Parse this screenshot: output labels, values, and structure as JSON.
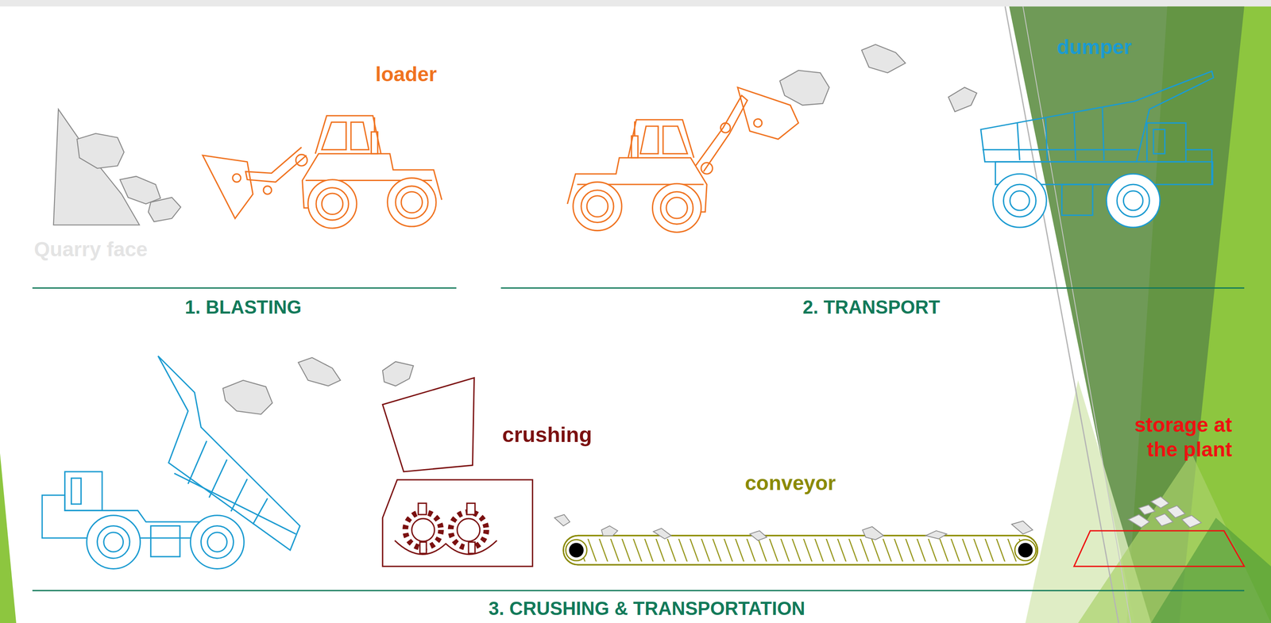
{
  "diagram": {
    "labels": [
      "loader",
      "dumper",
      "Quarry face",
      "1. BLASTING",
      "2. TRANSPORT",
      "crushing",
      "conveyor",
      "storage at the plant",
      "3. CRUSHING & TRANSPORTATION"
    ]
  }
}
